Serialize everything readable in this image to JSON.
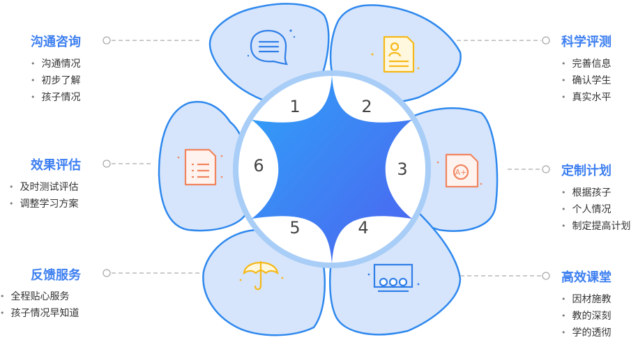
{
  "sections": [
    {
      "num": "1",
      "title": "沟通咨询",
      "items": [
        "沟通情况",
        "初步了解",
        "孩子情况"
      ],
      "icon": "chat-bubble-icon"
    },
    {
      "num": "2",
      "title": "科学评测",
      "items": [
        "完善信息",
        "确认学生",
        "真实水平"
      ],
      "icon": "profile-document-icon"
    },
    {
      "num": "3",
      "title": "定制计划",
      "items": [
        "根据孩子",
        "个人情况",
        "制定提高计划"
      ],
      "icon": "grade-a-plus-document-icon"
    },
    {
      "num": "4",
      "title": "高效课堂",
      "items": [
        "因材施教",
        "教的深刻",
        "学的透彻"
      ],
      "icon": "classroom-icon"
    },
    {
      "num": "5",
      "title": "反馈服务",
      "items": [
        "全程贴心服务",
        "孩子情况早知道"
      ],
      "icon": "umbrella-icon"
    },
    {
      "num": "6",
      "title": "效果评估",
      "items": [
        "及时测试评估",
        "调整学习方案"
      ],
      "icon": "checklist-document-icon"
    }
  ],
  "colors": {
    "title": "#3d7ff0",
    "petal_fill": "#d6e5fb",
    "petal_stroke": "#2e88ee",
    "ring": "#a8cdf7",
    "star_light": "#2f9bf7",
    "star_dark": "#4a6ff2",
    "icon_blue": "#2f7ee8",
    "icon_yellow": "#f6b818",
    "icon_orange": "#f0845e",
    "connector": "#aaaaaa"
  }
}
